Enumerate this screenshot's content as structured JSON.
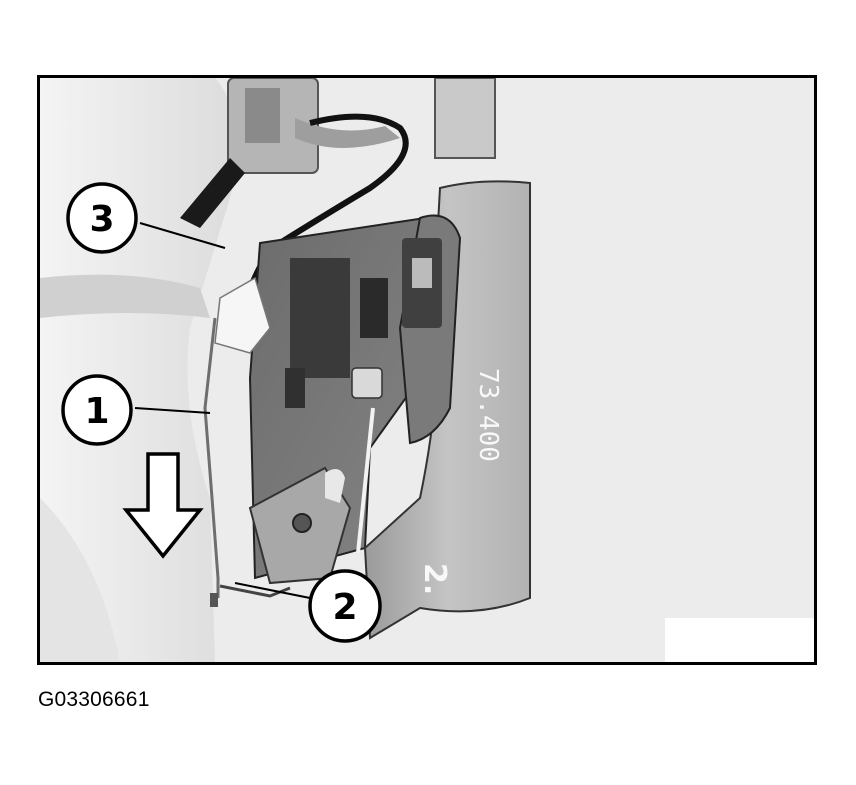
{
  "figure_id": "G03306661",
  "callouts": [
    {
      "number": "1"
    },
    {
      "number": "2"
    },
    {
      "number": "3"
    }
  ],
  "part_markings": {
    "housing_code": "73.400",
    "housing_small_digit": "2."
  },
  "icons": {
    "direction": "down-arrow-icon"
  },
  "colors": {
    "frame": "#000000",
    "background": "#ffffff"
  }
}
